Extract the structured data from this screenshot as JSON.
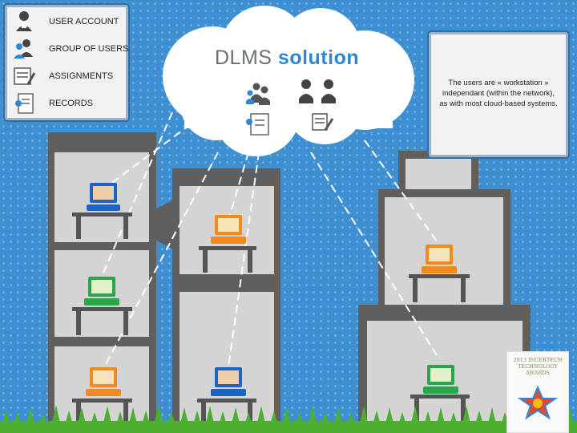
{
  "legend": {
    "items": [
      {
        "label": "USER ACCOUNT",
        "icon": "user-account-icon"
      },
      {
        "label": "GROUP OF USERS",
        "icon": "group-of-users-icon"
      },
      {
        "label": "ASSIGNMENTS",
        "icon": "assignments-icon"
      },
      {
        "label": "RECORDS",
        "icon": "records-icon"
      }
    ]
  },
  "cloud": {
    "title_part1": "DLMS",
    "title_part2": " solution"
  },
  "info": {
    "text": "The users are « workstation » independant (within the network), as with most cloud-based systems."
  },
  "award": {
    "text": "2013 INCERTECH TECHNOLOGY AWARDS"
  },
  "colors": {
    "background": "#3d8fd2",
    "building": "#5f5f5f",
    "room": "#d4d4d4",
    "screen_blue": "#1e63c6",
    "screen_orange": "#f28a1e",
    "screen_green": "#2aa64a"
  }
}
